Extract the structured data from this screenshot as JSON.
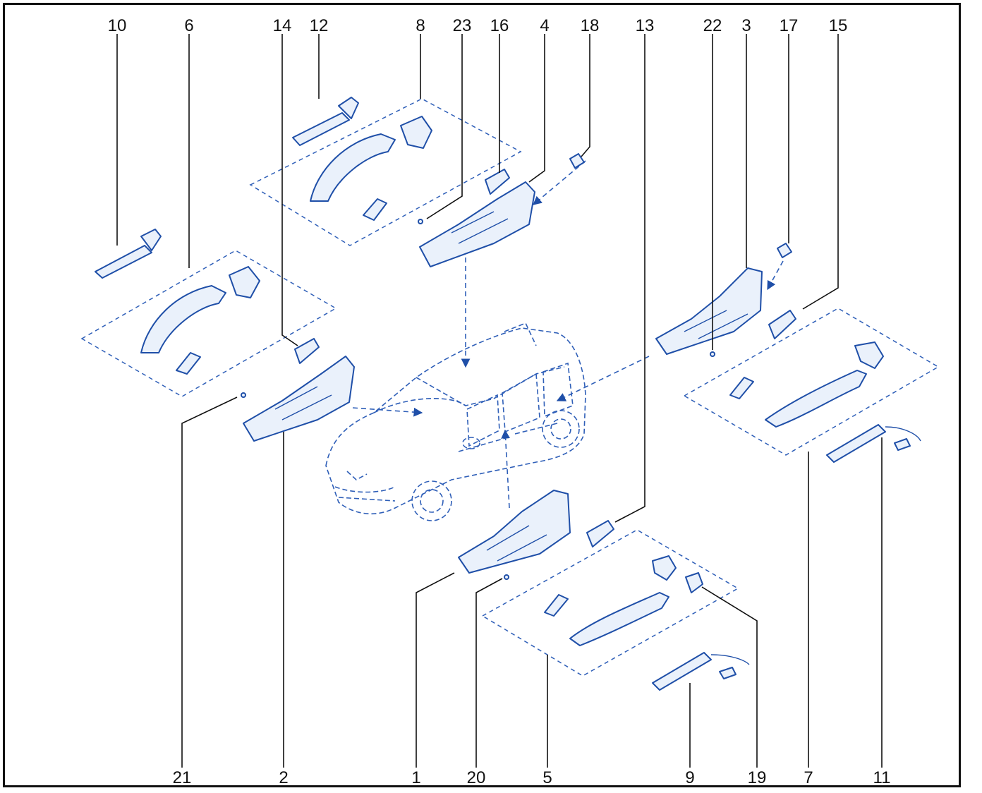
{
  "diagram": {
    "colors": {
      "parts": "#1f4fa8",
      "callouts": "#111111",
      "border": "#111111"
    },
    "callouts_top": [
      "10",
      "6",
      "14",
      "12",
      "8",
      "23",
      "16",
      "4",
      "18",
      "13",
      "22",
      "3",
      "17",
      "15"
    ],
    "callouts_bottom": [
      "21",
      "2",
      "1",
      "20",
      "5",
      "9",
      "19",
      "7",
      "11"
    ]
  }
}
